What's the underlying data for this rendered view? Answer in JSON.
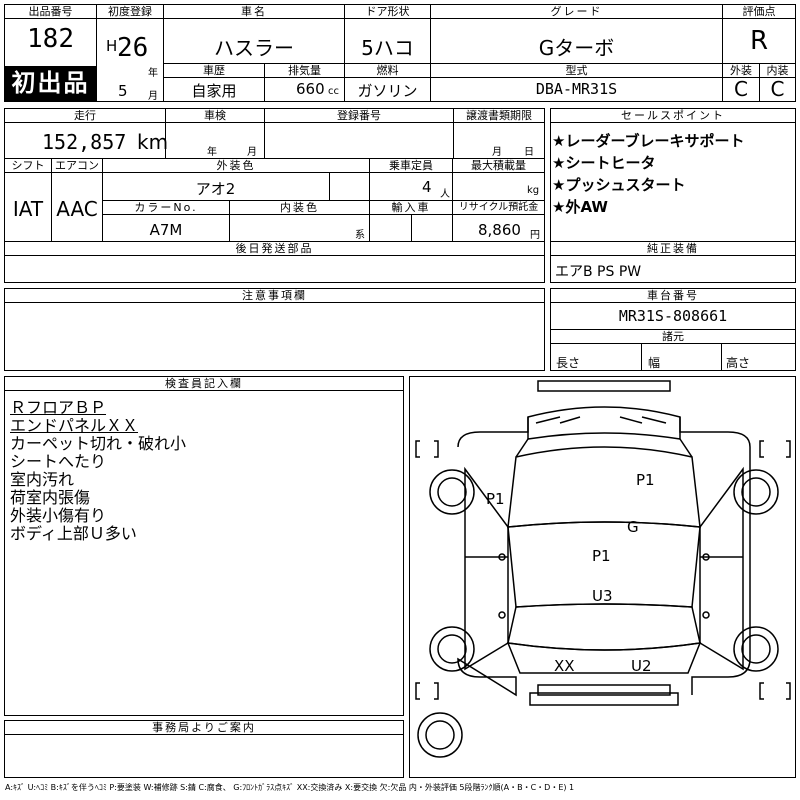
{
  "header": {
    "lot_no_label": "出品番号",
    "lot_no": "182",
    "first_listing": "初出品",
    "first_reg_label": "初度登録",
    "era": "H",
    "year": "26",
    "year_unit": "年",
    "month": "5",
    "month_unit": "月",
    "car_name_label": "車名",
    "car_name": "ハスラー",
    "doors_label": "ドア形状",
    "doors": "5ハコ",
    "grade_label": "グレード",
    "grade": "Gターボ",
    "score_label": "評価点",
    "score": "R",
    "history_label": "車歴",
    "history": "自家用",
    "displacement_label": "排気量",
    "displacement": "660",
    "displacement_unit": "cc",
    "fuel_label": "燃料",
    "fuel": "ガソリン",
    "model_label": "型式",
    "model": "DBA-MR31S",
    "exterior_label": "外装",
    "exterior": "C",
    "interior_label": "内装",
    "interior": "C"
  },
  "specs": {
    "mileage_label": "走行",
    "mileage": "152,857",
    "mileage_unit": "km",
    "inspection_label": "車検",
    "insp_year_unit": "年",
    "insp_month_unit": "月",
    "reg_no_label": "登録番号",
    "transfer_label": "譲渡書類期限",
    "transfer_month_unit": "月",
    "transfer_day_unit": "日",
    "shift_label": "シフト",
    "shift": "IAT",
    "ac_label": "エアコン",
    "ac": "AAC",
    "color_label": "外装色",
    "color": "アオ2",
    "capacity_label": "乗車定員",
    "capacity": "4",
    "capacity_unit": "人",
    "load_label": "最大積載量",
    "load_unit": "kg",
    "color_no_label": "カラーNo.",
    "color_no": "A7M",
    "int_color_label": "内装色",
    "int_color_unit": "系",
    "import_label": "輸入車",
    "recycle_label": "リサイクル預託金",
    "recycle": "8,860",
    "recycle_unit": "円"
  },
  "sales_points": {
    "label": "セールスポイント",
    "items": [
      "★レーダーブレーキサポート",
      "★シートヒータ",
      "★プッシュスタート",
      "★外AW"
    ]
  },
  "later_parts_label": "後日発送部品",
  "equipment": {
    "label": "純正装備",
    "value": "エアB PS PW"
  },
  "notes_label": "注意事項欄",
  "chassis": {
    "label": "車台番号",
    "value": "MR31S-808661"
  },
  "dims": {
    "label": "諸元",
    "length": "長さ",
    "width": "幅",
    "height": "高さ"
  },
  "inspector": {
    "label": "検査員記入欄",
    "lines": [
      "ＲフロアＢＰ",
      "エンドパネルＸＸ",
      "カーペット切れ・破れ小",
      "シートへたり",
      "室内汚れ",
      "荷室内張傷",
      "外装小傷有り",
      "ボディ上部Ｕ多い"
    ]
  },
  "diagram_marks": [
    "P1",
    "P1",
    "G",
    "P1",
    "U3",
    "XX",
    "U2"
  ],
  "office_label": "事務局よりご案内",
  "legend": "A:ｷｽﾞ U:ﾍｺﾐ B:ｷｽﾞを伴うﾍｺﾐ P:要塗装 W:補修跡 S:錆 C:腐食、 G:ﾌﾛﾝﾄｶﾞﾗｽ点ｷｽﾞ XX:交換済み X:要交換 欠:欠品 内・外装評価 5段階ﾗﾝｸ順(A・B・C・D・E) 1"
}
